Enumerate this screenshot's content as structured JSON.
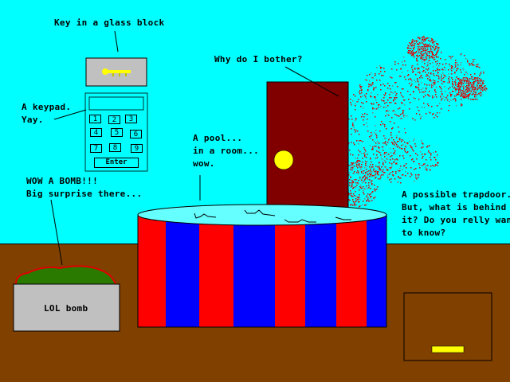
{
  "labels": {
    "key": "Key in a glass block",
    "door": "Why do I bother?",
    "keypad": "A keypad.\nYay.",
    "bomb": "WOW A BOMB!!!\nBig surprise there...",
    "pool": "A pool...\nin a room...\nwow.",
    "trapdoor": "A possible trapdoor.\nBut, what is behind\nit? Do you relly want\nto know?"
  },
  "keypad": {
    "keys": [
      "1",
      "2",
      "3",
      "4",
      "5",
      "6",
      "7",
      "8",
      "9"
    ],
    "enter": "Enter"
  },
  "bomb_label": "LOL bomb",
  "colors": {
    "wall": "#00ffff",
    "floor": "#804000",
    "door": "#800000",
    "knob": "#ffff00",
    "pool_red": "#ff0000",
    "pool_blue": "#0000ff"
  }
}
